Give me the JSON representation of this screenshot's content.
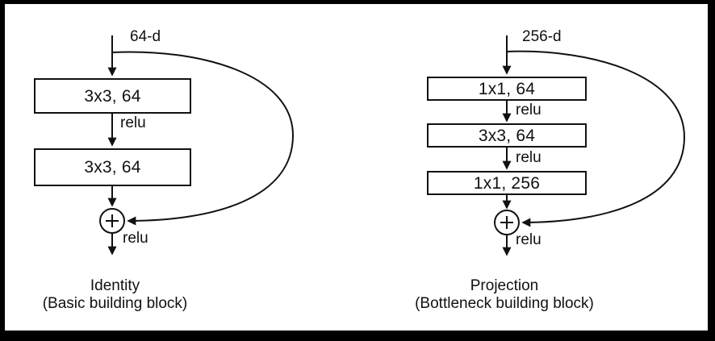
{
  "figure": {
    "colors": {
      "ink": "#111111",
      "background": "#ffffff",
      "frame": "#000000"
    },
    "left": {
      "input_dim": "64-d",
      "layers": [
        "3x3, 64",
        "3x3, 64"
      ],
      "relu_between": "relu",
      "relu_output": "relu",
      "caption_title": "Identity",
      "caption_subtitle": "(Basic building block)"
    },
    "right": {
      "input_dim": "256-d",
      "layers": [
        "1x1, 64",
        "3x3, 64",
        "1x1, 256"
      ],
      "relu_after_layer1": "relu",
      "relu_after_layer2": "relu",
      "relu_output": "relu",
      "caption_title": "Projection",
      "caption_subtitle": "(Bottleneck building block)"
    }
  }
}
